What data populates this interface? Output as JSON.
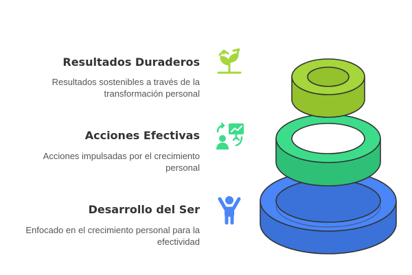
{
  "levels": [
    {
      "title": "Resultados Duraderos",
      "description": "Resultados sostenibles a través de la transformación personal",
      "icon": "sprout-growth-icon",
      "color": "#a5d63b"
    },
    {
      "title": "Acciones Efectivas",
      "description": "Acciones impulsadas por el crecimiento personal",
      "icon": "presentation-chart-icon",
      "color": "#3ddc8a"
    },
    {
      "title": "Desarrollo del Ser",
      "description": "Enfocado en el crecimiento personal para la efectividad",
      "icon": "person-arms-raised-icon",
      "color": "#4a86f7"
    }
  ],
  "colors": {
    "top_ring": "#a5d63b",
    "middle_ring": "#3ddc8a",
    "bottom_ring": "#4a86f7",
    "outline": "#333333",
    "title_text": "#333333",
    "desc_text": "#555555"
  }
}
